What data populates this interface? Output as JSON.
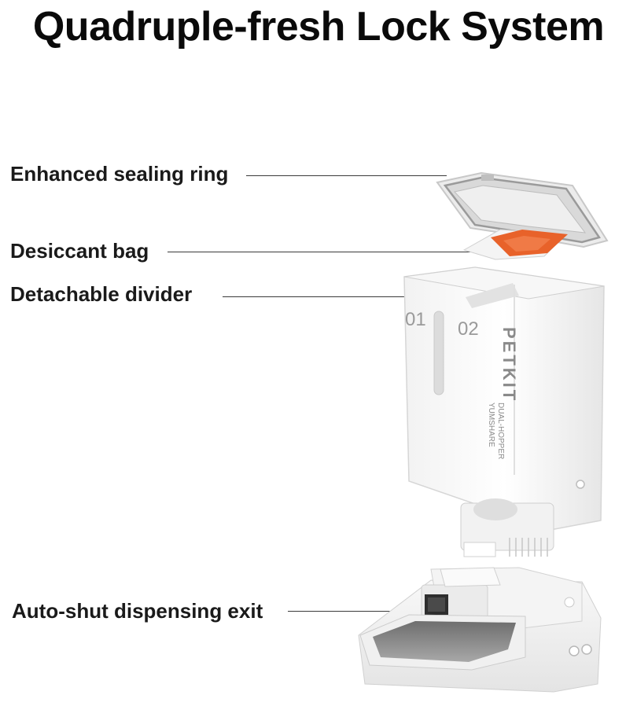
{
  "title": "Quadruple-fresh Lock System",
  "callouts": {
    "sealing_ring": "Enhanced sealing ring",
    "desiccant_bag": "Desiccant bag",
    "divider": "Detachable divider",
    "exit": "Auto-shut dispensing exit"
  },
  "product": {
    "brand": "PETKIT",
    "model_line1": "YUMSHARE",
    "model_line2": "DUAL-HOPPER",
    "compartment_1": "01",
    "compartment_2": "02",
    "accent_color": "#e8622a"
  }
}
